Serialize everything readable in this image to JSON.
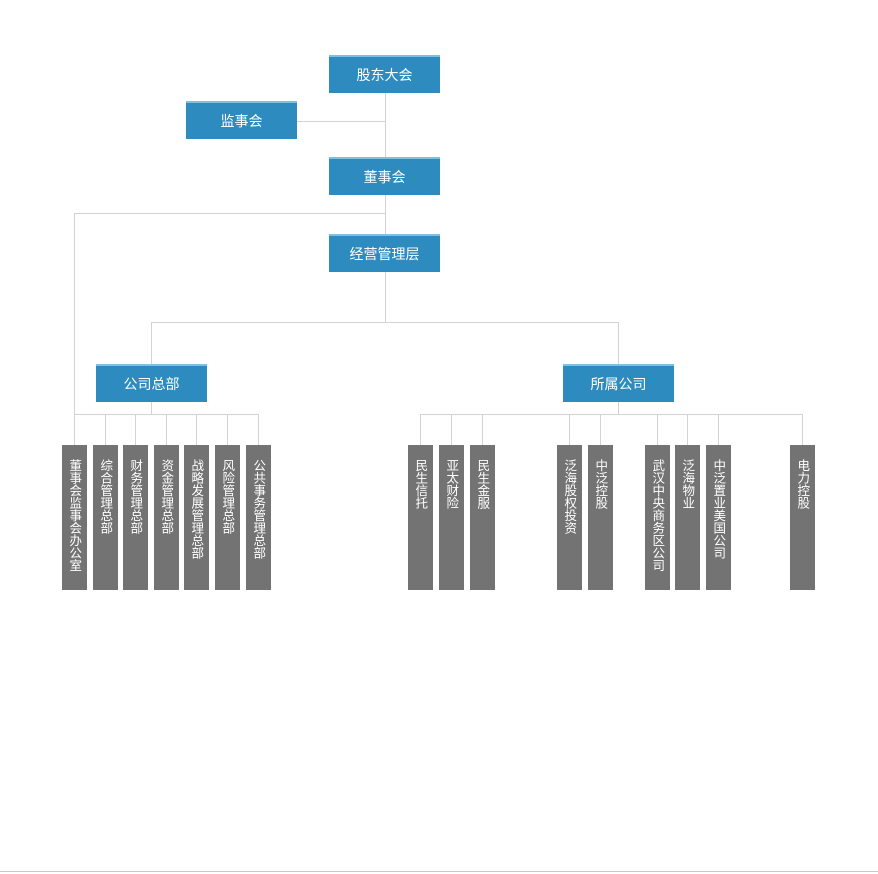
{
  "top": {
    "shareholders": "股东大会",
    "supervisory_board": "监事会",
    "board": "董事会",
    "management": "经营管理层",
    "headquarters": "公司总部",
    "subsidiaries": "所属公司"
  },
  "headquarters_departments": [
    "董事会监事会办公室",
    "综合管理总部",
    "财务管理总部",
    "资金管理总部",
    "战略发展管理总部",
    "风险管理总部",
    "公共事务管理总部"
  ],
  "subsidiary_companies": [
    "民生信托",
    "亚太财险",
    "民生金服",
    "泛海股权投资",
    "中泛控股",
    "武汉中央商务区公司",
    "泛海物业",
    "中泛置业美国公司",
    "电力控股"
  ],
  "colors": {
    "blue": "#2e8bbf",
    "gray": "#737373",
    "line": "#d3d3d3"
  }
}
